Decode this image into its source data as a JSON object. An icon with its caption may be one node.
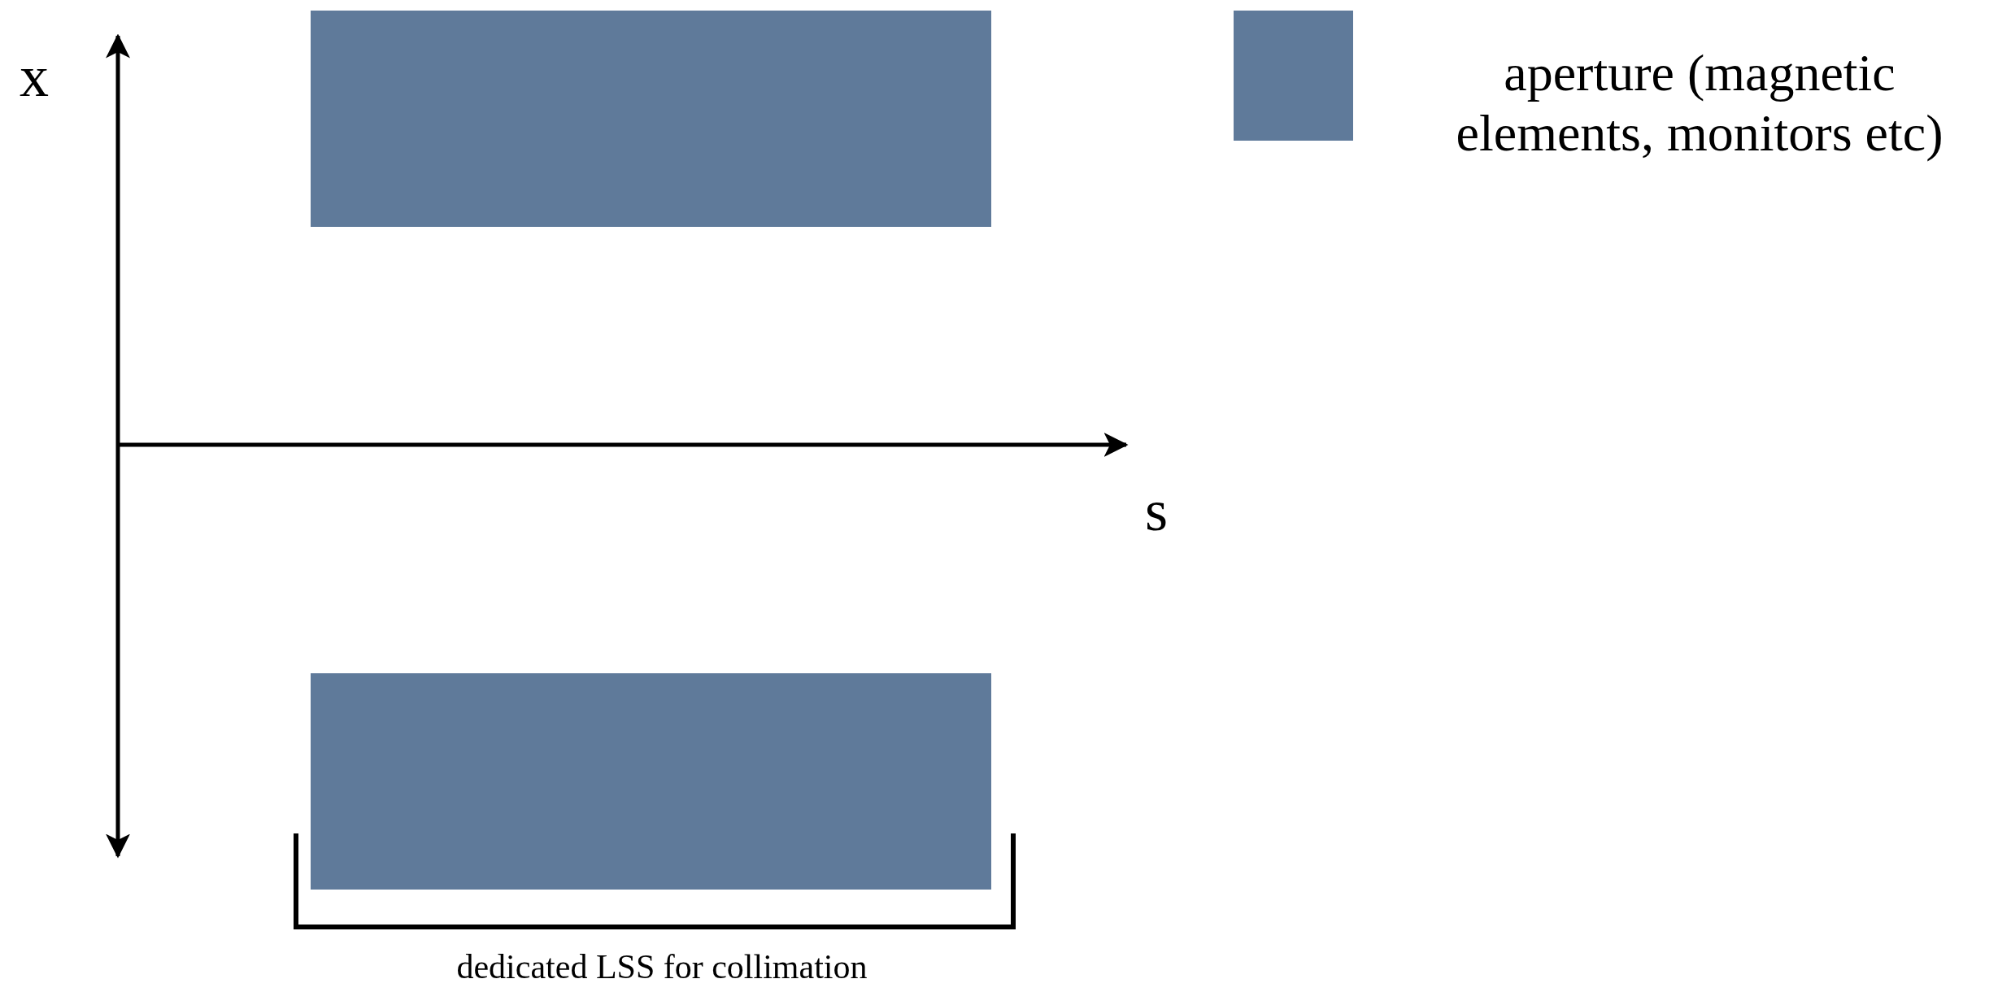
{
  "diagram": {
    "nodes": [
      {
        "text": [],
        "shape": "box"
      },
      {
        "text": [],
        "shape": "box"
      }
    ],
    "labels": [
      "x",
      "s",
      "dedicated LSS for collimation"
    ],
    "legend": [
      {
        "text": "aperture (magnetic elements, monitors etc)",
        "color": "#5f7a9a"
      }
    ]
  }
}
